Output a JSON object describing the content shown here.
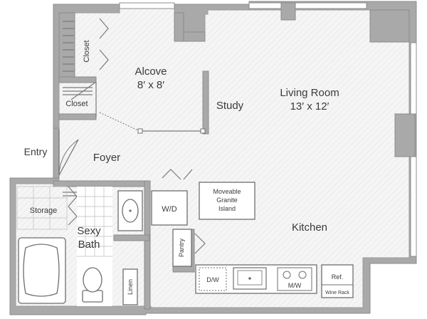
{
  "rooms": {
    "alcove": {
      "name": "Alcove",
      "dims": "8′ x 8′"
    },
    "living_room": {
      "name": "Living Room",
      "dims": "13′ x 12′"
    },
    "study": "Study",
    "foyer": "Foyer",
    "entry": "Entry",
    "kitchen": "Kitchen",
    "bath_line1": "Sexy",
    "bath_line2": "Bath",
    "closet_upper": "Closet",
    "closet_lower": "Closet",
    "storage": "Storage",
    "linen": "Linen",
    "pantry": "Pantry"
  },
  "fixtures": {
    "washer_dryer": "W/D",
    "island_line1": "Moveable",
    "island_line2": "Granite",
    "island_line3": "Island",
    "dishwasher": "D/W",
    "microwave": "M/W",
    "refrigerator": "Ref.",
    "wine_rack": "Wine Rack"
  },
  "colors": {
    "wall": "#a9a9a9",
    "floor": "#f4f4f4",
    "text": "#3a3a3a"
  }
}
